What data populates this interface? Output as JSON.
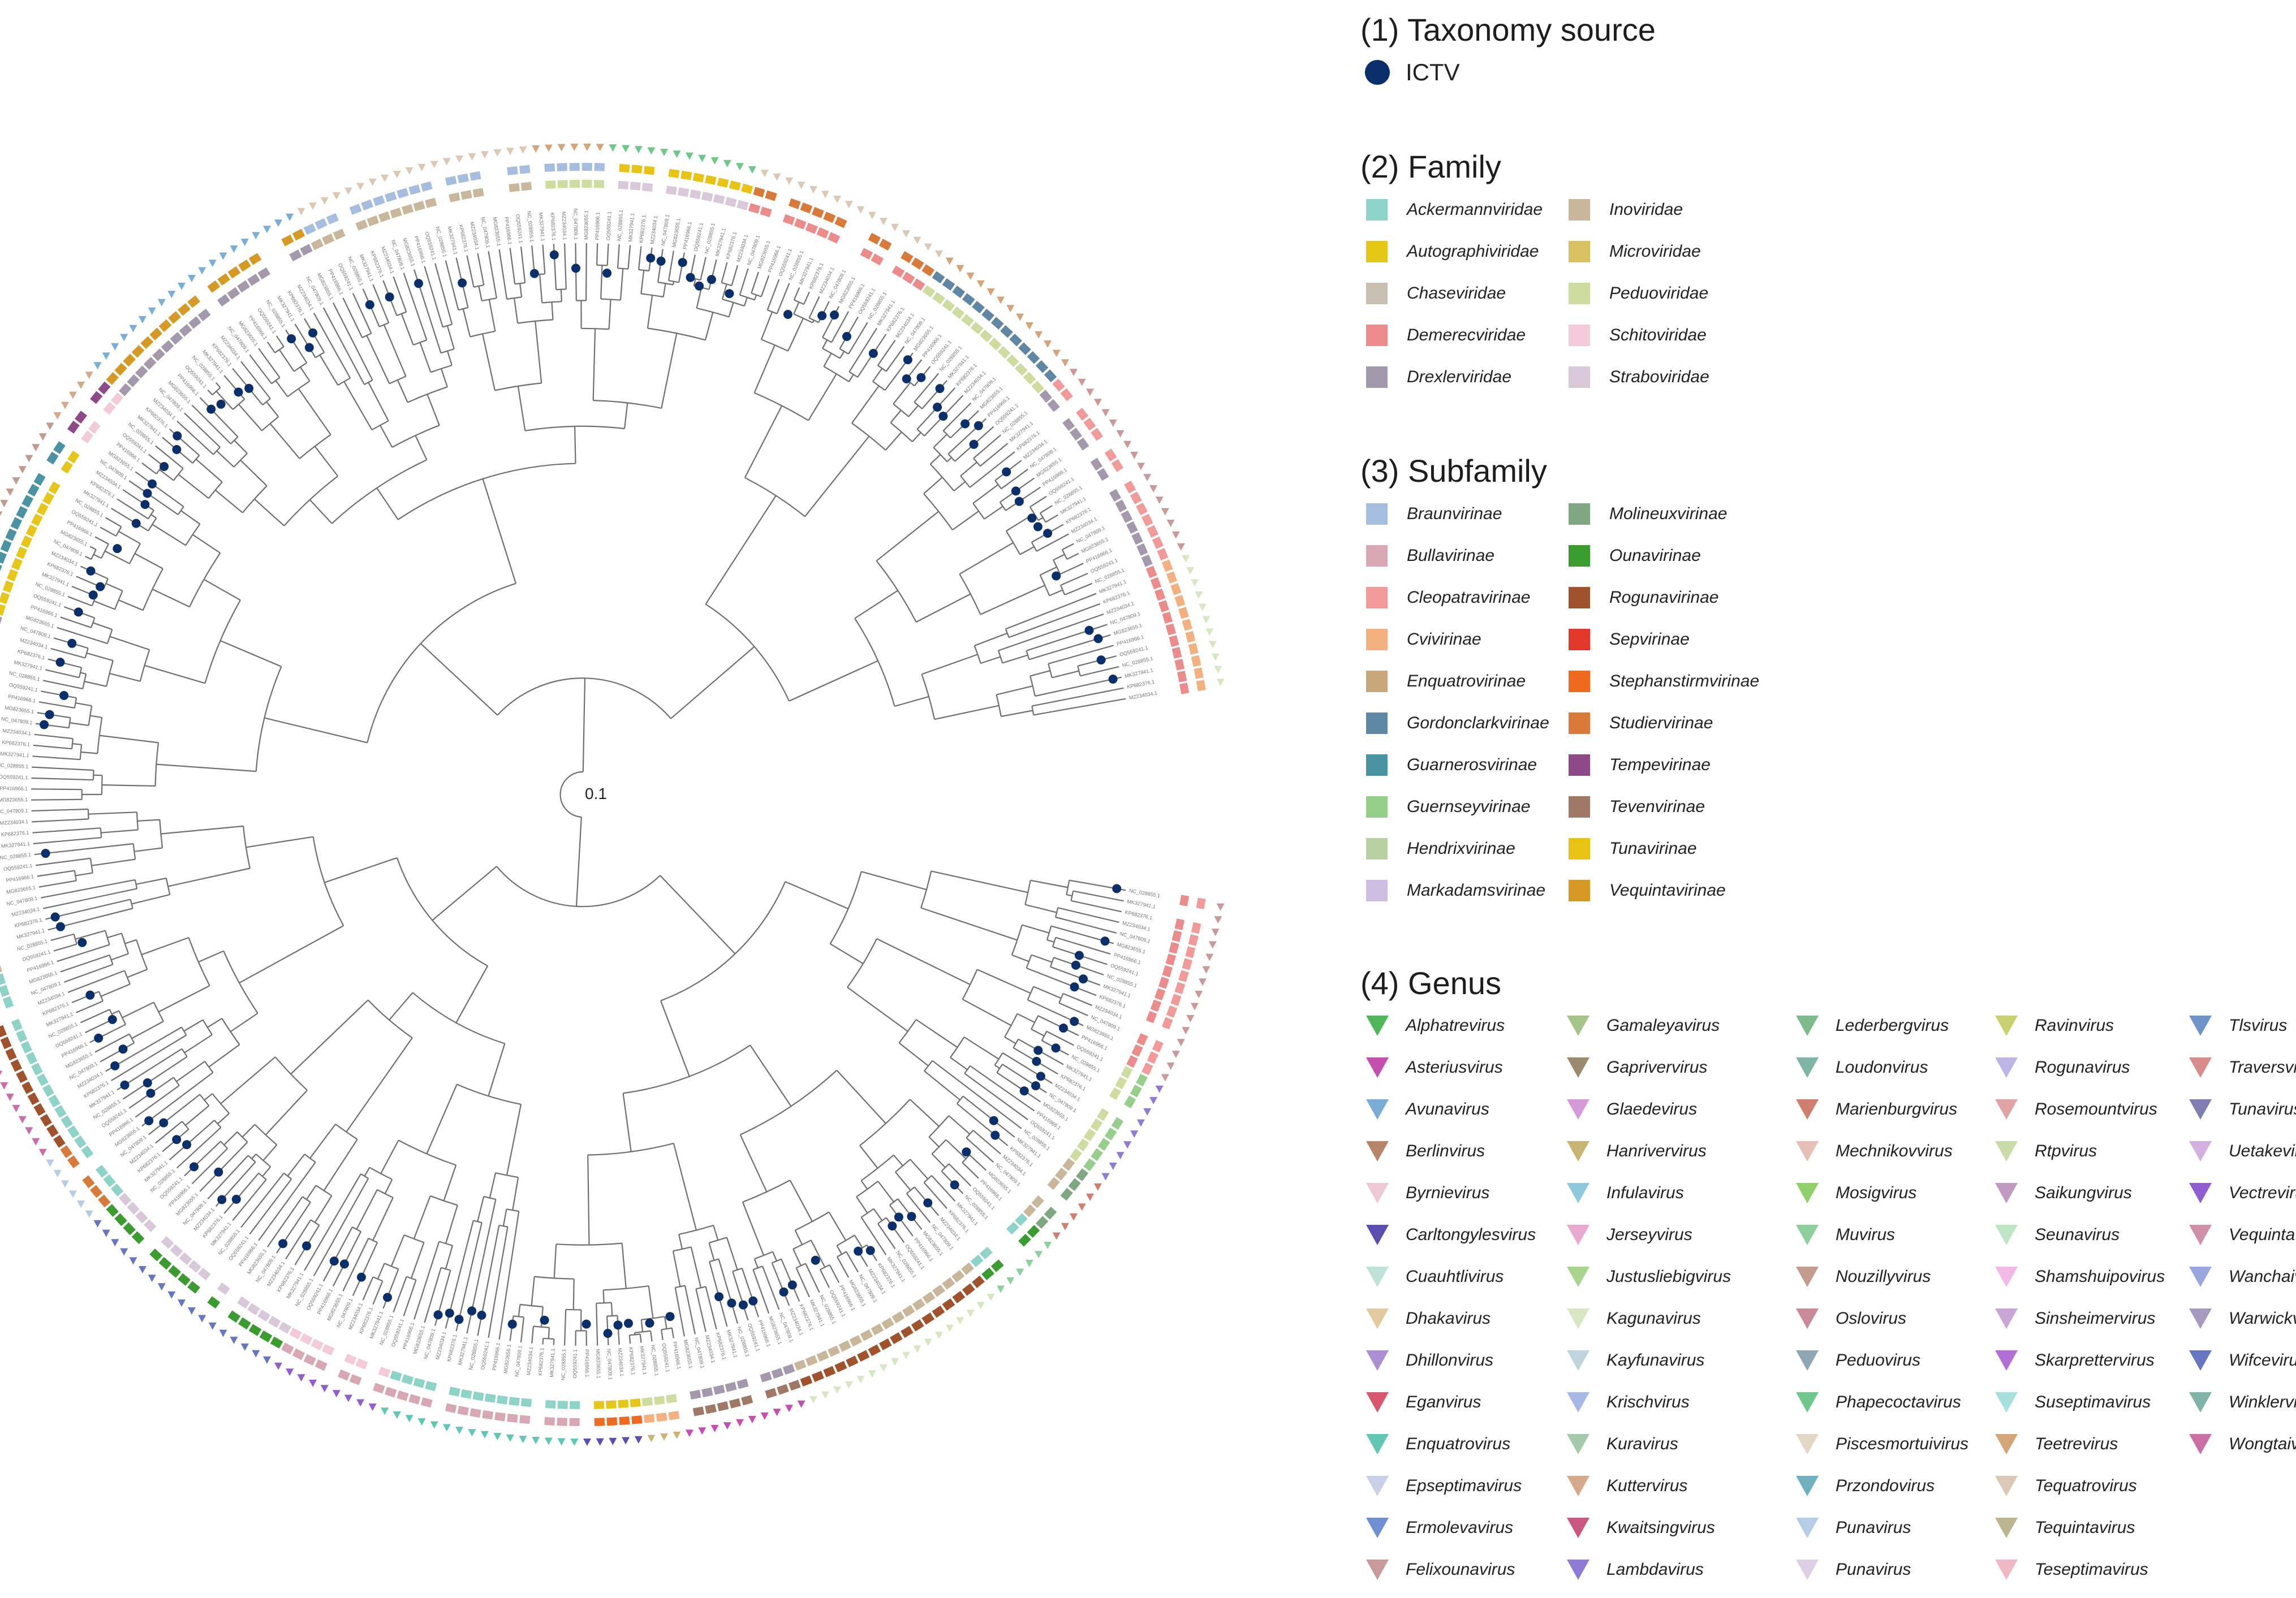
{
  "tree": {
    "scale_label": "0.1",
    "tip_count": 300,
    "tip_label_color": "#777777",
    "branch_color": "#6f6f6f",
    "ictv_marker_color": "#0b2f6b",
    "tip_labels_sample": [
      "NC_028855.1",
      "MK327941.1",
      "KP682376.1",
      "MZ234034.1",
      "NC_047809.1",
      "MG823655.1",
      "PP416966.1",
      "OQ559241.1"
    ]
  },
  "legend": {
    "taxonomy": {
      "title": "(1) Taxonomy source",
      "items": [
        {
          "label": "ICTV",
          "color": "#0b2f6b"
        }
      ]
    },
    "family": {
      "title": "(2) Family",
      "items": [
        {
          "label": "Ackermannviridae",
          "color": "#8dd3c7"
        },
        {
          "label": "Inoviridae",
          "color": "#c9b79c"
        },
        {
          "label": "Autographiviridae",
          "color": "#e6c619"
        },
        {
          "label": "Microviridae",
          "color": "#d9c162"
        },
        {
          "label": "Chaseviridae",
          "color": "#c8bfb3"
        },
        {
          "label": "Peduoviridae",
          "color": "#cfdca0"
        },
        {
          "label": "Demerecviridae",
          "color": "#ec8b8b"
        },
        {
          "label": "Schitoviridae",
          "color": "#f2cad9"
        },
        {
          "label": "Drexlerviridae",
          "color": "#a498ad"
        },
        {
          "label": "Straboviridae",
          "color": "#d8c8da"
        }
      ]
    },
    "subfamily": {
      "title": "(3) Subfamily",
      "items": [
        {
          "label": "Braunvirinae",
          "color": "#a7bde0"
        },
        {
          "label": "Molineuxvirinae",
          "color": "#7fa882"
        },
        {
          "label": "Bullavirinae",
          "color": "#d7a7b4"
        },
        {
          "label": "Ounavirinae",
          "color": "#3a9b2e"
        },
        {
          "label": "Cleopatravirinae",
          "color": "#f2999a"
        },
        {
          "label": "Rogunavirinae",
          "color": "#a0522d"
        },
        {
          "label": "Cvivirinae",
          "color": "#f5b07f"
        },
        {
          "label": "Sepvirinae",
          "color": "#e2382b"
        },
        {
          "label": "Enquatrovirinae",
          "color": "#c9a77c"
        },
        {
          "label": "Stephanstirmvirinae",
          "color": "#ef6a1f"
        },
        {
          "label": "Gordonclarkvirinae",
          "color": "#5f86a3"
        },
        {
          "label": "Studiervirinae",
          "color": "#d9793a"
        },
        {
          "label": "Guarnerosvirinae",
          "color": "#4a93a3"
        },
        {
          "label": "Tempevirinae",
          "color": "#8e4a86"
        },
        {
          "label": "Guernseyvirinae",
          "color": "#96cf8c"
        },
        {
          "label": "Tevenvirinae",
          "color": "#a07866"
        },
        {
          "label": "Hendrixvirinae",
          "color": "#b7cfa3"
        },
        {
          "label": "Tunavirinae",
          "color": "#e9c313"
        },
        {
          "label": "Markadamsvirinae",
          "color": "#cdbde0"
        },
        {
          "label": "Vequintavirinae",
          "color": "#d69a24"
        }
      ]
    },
    "genus": {
      "title": "(4) Genus",
      "columns": [
        [
          {
            "label": "Alphatrevirus",
            "color": "#4fb65a"
          },
          {
            "label": "Asteriusvirus",
            "color": "#c54fae"
          },
          {
            "label": "Avunavirus",
            "color": "#7aaed6"
          },
          {
            "label": "Berlinvirus",
            "color": "#b78668"
          },
          {
            "label": "Byrnievirus",
            "color": "#ecc9d4"
          },
          {
            "label": "Carltongylesvirus",
            "color": "#5a4fb0"
          },
          {
            "label": "Cuauhtlivirus",
            "color": "#bfe3d8"
          },
          {
            "label": "Dhakavirus",
            "color": "#e1c9a0"
          },
          {
            "label": "Dhillonvirus",
            "color": "#ab8fd0"
          },
          {
            "label": "Eganvirus",
            "color": "#d9576c"
          },
          {
            "label": "Enquatrovirus",
            "color": "#5fc7b4"
          },
          {
            "label": "Epseptimavirus",
            "color": "#c9d0e8"
          },
          {
            "label": "Ermolevavirus",
            "color": "#6f8fd0"
          },
          {
            "label": "Felixounavirus",
            "color": "#c99a9a"
          }
        ],
        [
          {
            "label": "Gamaleyavirus",
            "color": "#a6c48a"
          },
          {
            "label": "Gaprivervirus",
            "color": "#9c8a6f"
          },
          {
            "label": "Glaedevirus",
            "color": "#d79ad9"
          },
          {
            "label": "Hanrivervirus",
            "color": "#c8b574"
          },
          {
            "label": "Infulavirus",
            "color": "#8ec8dc"
          },
          {
            "label": "Jerseyvirus",
            "color": "#e9a8cf"
          },
          {
            "label": "Justusliebigvirus",
            "color": "#a9d48e"
          },
          {
            "label": "Kagunavirus",
            "color": "#d8e6c4"
          },
          {
            "label": "Kayfunavirus",
            "color": "#bfd4dc"
          },
          {
            "label": "Krischvirus",
            "color": "#a6b8e6"
          },
          {
            "label": "Kuravirus",
            "color": "#a6c9ac"
          },
          {
            "label": "Kuttervirus",
            "color": "#d6a98a"
          },
          {
            "label": "Kwaitsingvirus",
            "color": "#c9577f"
          },
          {
            "label": "Lambdavirus",
            "color": "#8f7ad4"
          }
        ],
        [
          {
            "label": "Lederbergvirus",
            "color": "#7dbb8a"
          },
          {
            "label": "Loudonvirus",
            "color": "#7fb5a5"
          },
          {
            "label": "Marienburgvirus",
            "color": "#cf7e6f"
          },
          {
            "label": "Mechnikovvirus",
            "color": "#e8bfb7"
          },
          {
            "label": "Mosigvirus",
            "color": "#8fd06a"
          },
          {
            "label": "Muvirus",
            "color": "#8fcf9c"
          },
          {
            "label": "Nouzillyvirus",
            "color": "#c29a8e"
          },
          {
            "label": "Oslovirus",
            "color": "#c98a9a"
          },
          {
            "label": "Peduovirus",
            "color": "#8fa6b5"
          },
          {
            "label": "Phapecoctavirus",
            "color": "#6fc78c"
          },
          {
            "label": "Piscesmortuivirus",
            "color": "#e3d6c4"
          },
          {
            "label": "Przondovirus",
            "color": "#6fb1c0"
          },
          {
            "label": "Punavirus",
            "color": "#b5cde6"
          },
          {
            "label": "Punavirus",
            "color": "#dccfe6"
          }
        ],
        [
          {
            "label": "Ravinvirus",
            "color": "#c9d06f"
          },
          {
            "label": "Rogunavirus",
            "color": "#bdb5e6"
          },
          {
            "label": "Rosemountvirus",
            "color": "#e0a3a6"
          },
          {
            "label": "Rtpvirus",
            "color": "#c9dca8"
          },
          {
            "label": "Saikungvirus",
            "color": "#c09ac0"
          },
          {
            "label": "Seunavirus",
            "color": "#bfe6c4"
          },
          {
            "label": "Shamshuipovirus",
            "color": "#f2b8e6"
          },
          {
            "label": "Sinsheimervirus",
            "color": "#c9a6d6"
          },
          {
            "label": "Skarprettervirus",
            "color": "#b46fd6"
          },
          {
            "label": "Suseptimavirus",
            "color": "#a6e0dc"
          },
          {
            "label": "Teetrevirus",
            "color": "#d4a57a"
          },
          {
            "label": "Tequatrovirus",
            "color": "#dcc9b5"
          },
          {
            "label": "Tequintavirus",
            "color": "#bcb58f"
          },
          {
            "label": "Teseptimavirus",
            "color": "#f0b8c4"
          }
        ],
        [
          {
            "label": "Tlsvirus",
            "color": "#6f94c9"
          },
          {
            "label": "Traversvirus",
            "color": "#d98a8a"
          },
          {
            "label": "Tunavirus",
            "color": "#7e7eb0"
          },
          {
            "label": "Uetakevirus",
            "color": "#d4b0e0"
          },
          {
            "label": "Vectrevirus",
            "color": "#8f5fd0"
          },
          {
            "label": "Vequintavirus",
            "color": "#cf8fa6"
          },
          {
            "label": "Wanchaivirus",
            "color": "#9aa6e0"
          },
          {
            "label": "Warwickvirus",
            "color": "#a69ac0"
          },
          {
            "label": "Wifcevirus",
            "color": "#6676c0"
          },
          {
            "label": "Winklervirus",
            "color": "#7fb5a8"
          },
          {
            "label": "Wongtaivirus",
            "color": "#c96fa6"
          }
        ]
      ]
    }
  }
}
